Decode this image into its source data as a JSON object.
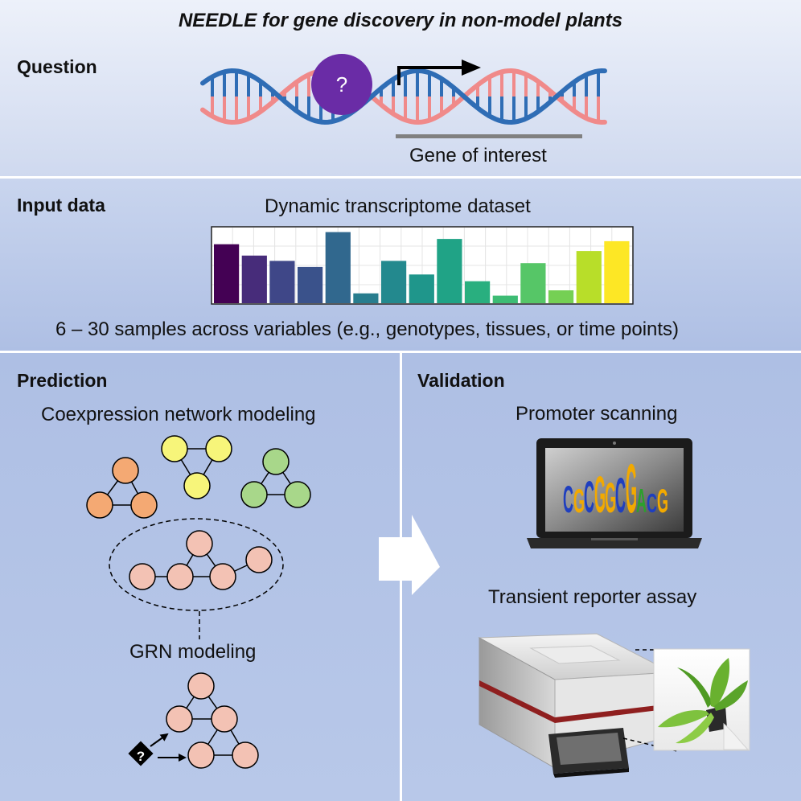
{
  "title": "NEEDLE for gene discovery in non-model plants",
  "question": {
    "heading": "Question",
    "unknown_symbol": "?",
    "gene_label": "Gene of interest"
  },
  "input": {
    "heading": "Input data",
    "dataset_label": "Dynamic transcriptome dataset",
    "samples_note": "6 – 30 samples across variables (e.g., genotypes, tissues, or time points)"
  },
  "chart_data": {
    "type": "bar",
    "values": [
      78,
      63,
      56,
      48,
      94,
      13,
      56,
      38,
      85,
      29,
      10,
      53,
      17,
      69,
      82
    ],
    "colors": [
      "#440154",
      "#472c7a",
      "#3f4788",
      "#3a528b",
      "#31688e",
      "#287d8e",
      "#23898e",
      "#1f968b",
      "#20a386",
      "#29af7f",
      "#3dbc74",
      "#56c667",
      "#75d054",
      "#b8de29",
      "#fde725"
    ],
    "ylim": [
      0,
      100
    ],
    "grid": true
  },
  "prediction": {
    "heading": "Prediction",
    "network_label": "Coexpression network modeling",
    "grn_label": "GRN modeling",
    "unknown_symbol": "?"
  },
  "validation": {
    "heading": "Validation",
    "promoter_label": "Promoter scanning",
    "motif_letters": [
      "C",
      "G",
      "C",
      "G",
      "G",
      "C",
      "G",
      "A",
      "C",
      "G"
    ],
    "reporter_label": "Transient reporter assay"
  },
  "colors": {
    "dna_blue": "#2f6db5",
    "dna_pink": "#f08a8a",
    "question_circle": "#6a2ca6",
    "module_orange": "#f4a973",
    "module_yellow": "#f7f57a",
    "module_green": "#a8d78a",
    "module_pink": "#f3c2b4",
    "arrow_white": "#ffffff"
  }
}
